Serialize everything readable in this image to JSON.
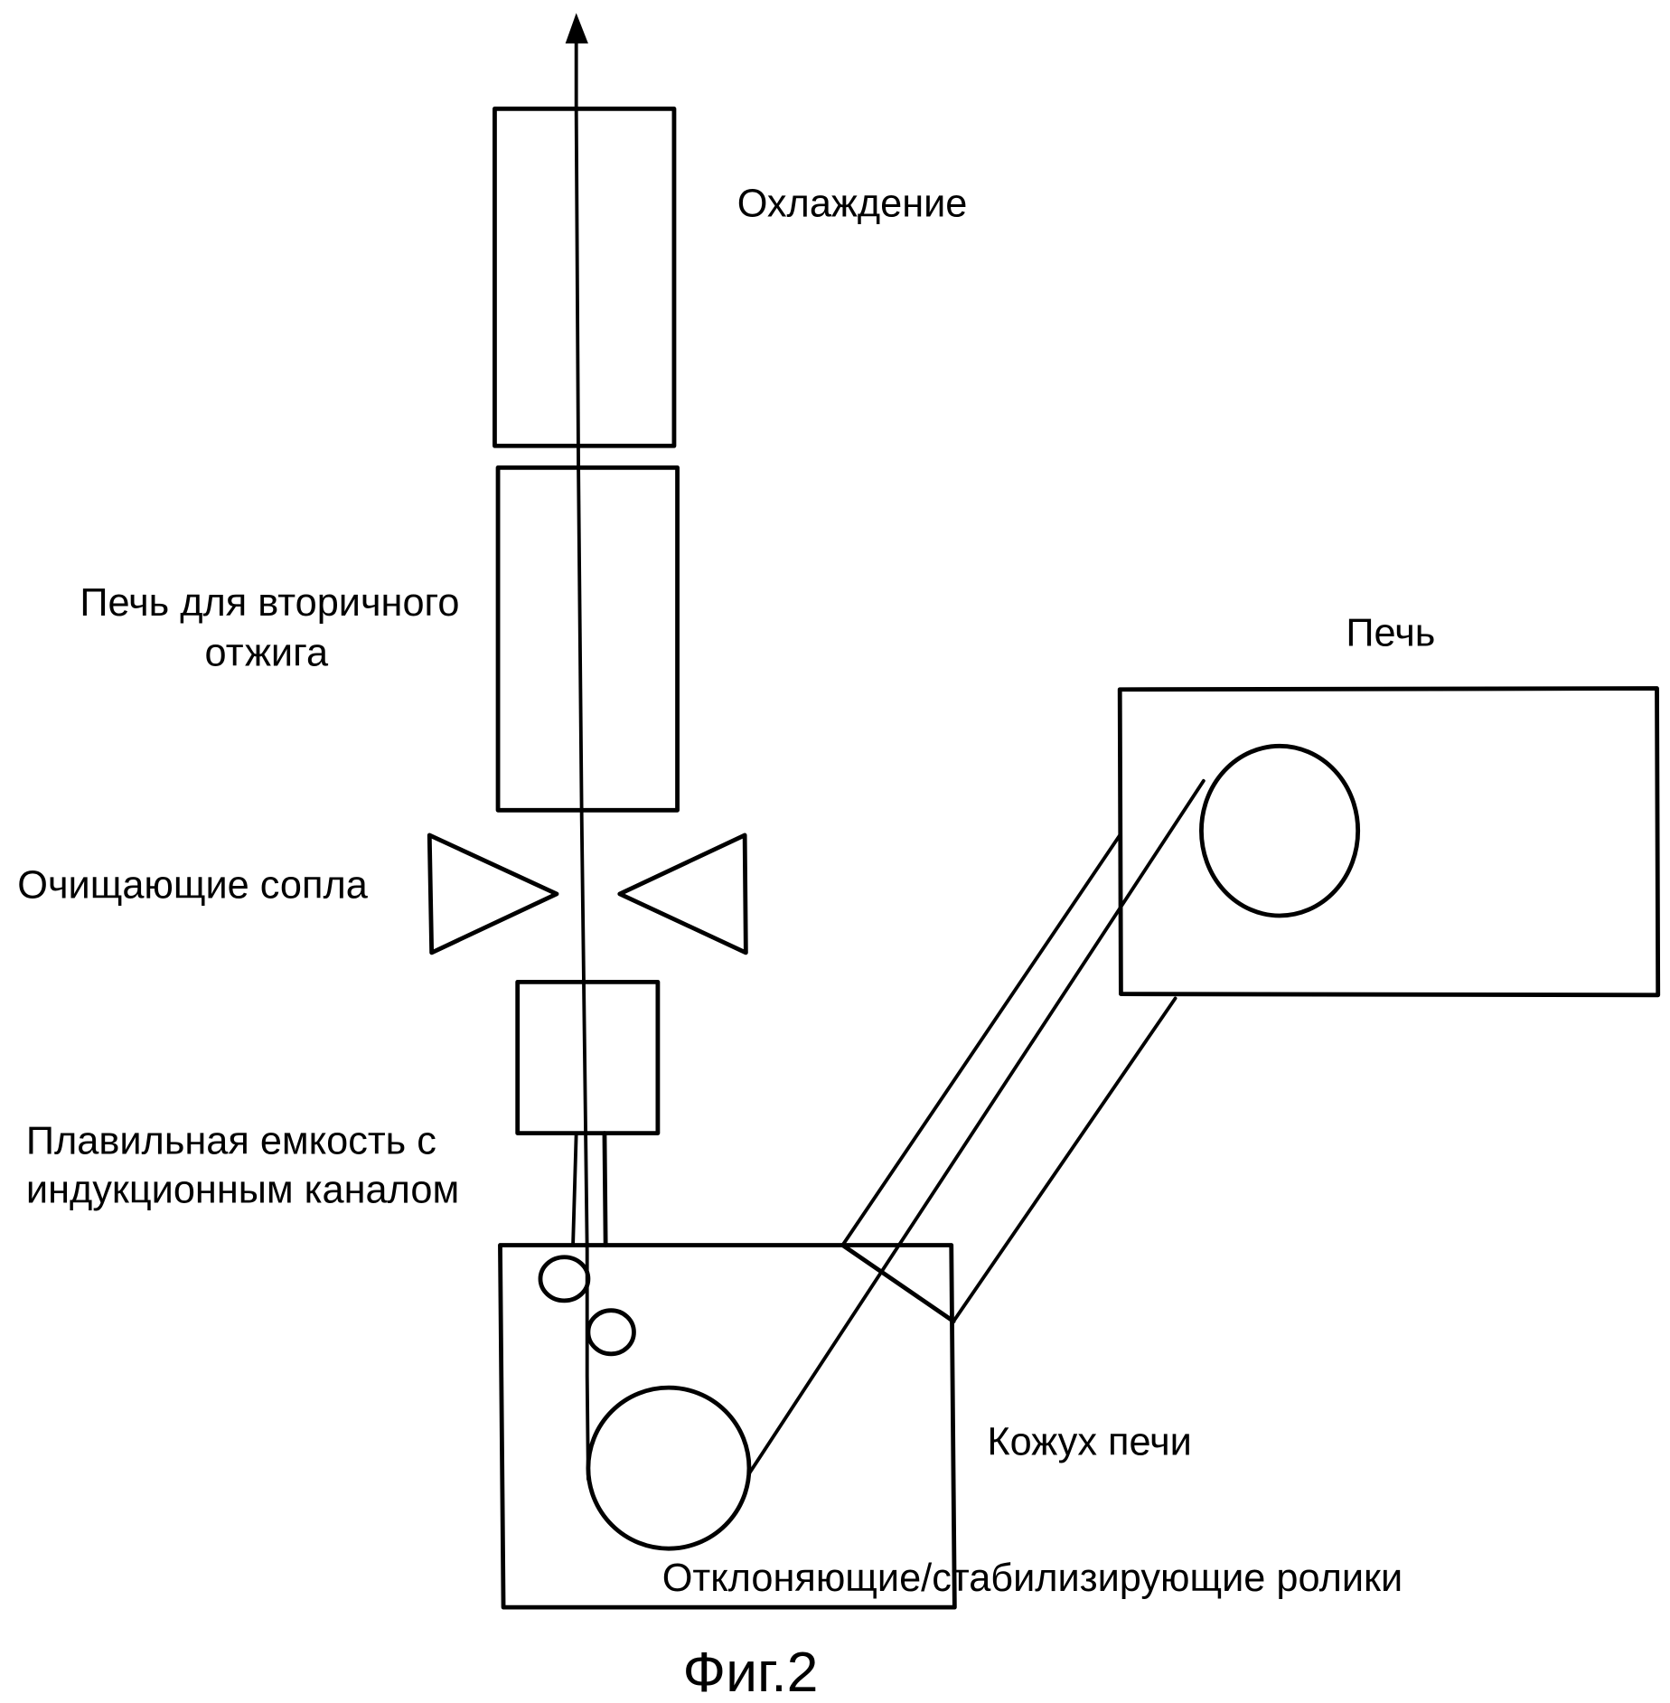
{
  "figure": {
    "caption": "Фиг.2",
    "labels": {
      "cooling": "Охлаждение",
      "secondary_annealing_line1": "Печь для вторичного",
      "secondary_annealing_line2": "отжига",
      "cleaning_nozzles": "Очищающие сопла",
      "melt_vessel_line1": "Плавильная емкость с",
      "melt_vessel_line2": "индукционным каналом",
      "furnace": "Печь",
      "furnace_housing": "Кожух печи",
      "rollers": "Отклоняющие/стабилизирующие ролики"
    },
    "components": [
      {
        "id": "cooling",
        "name": "Охлаждение",
        "type": "box"
      },
      {
        "id": "secondary-annealing-furnace",
        "name": "Печь для вторичного отжига",
        "type": "box"
      },
      {
        "id": "cleaning-nozzles",
        "name": "Очищающие сопла",
        "type": "nozzle-pair"
      },
      {
        "id": "melt-vessel",
        "name": "Плавильная емкость с индукционным каналом",
        "type": "box"
      },
      {
        "id": "furnace-housing",
        "name": "Кожух печи",
        "type": "box"
      },
      {
        "id": "furnace",
        "name": "Печь",
        "type": "box"
      },
      {
        "id": "rollers",
        "name": "Отклоняющие/стабилизирующие ролики",
        "type": "roller-set"
      }
    ],
    "flow_direction": "up"
  }
}
